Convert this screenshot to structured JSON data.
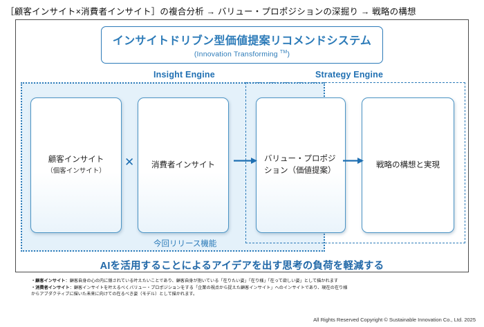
{
  "headline": "［顧客インサイト×消費者インサイト］の複合分析 → バリュー・プロポジションの深掘り → 戦略の構想",
  "title_box": {
    "main": "インサイトドリブン型価値提案リコメンドシステム",
    "sub_prefix": "(Innovation Transforming ",
    "sub_tm": "TM",
    "sub_suffix": ")"
  },
  "engines": {
    "insight_label": "Insight Engine",
    "strategy_label": "Strategy Engine"
  },
  "boxes": [
    {
      "id": "customer",
      "main": "顧客インサイト",
      "sub": "（個客インサイト）"
    },
    {
      "id": "consumer",
      "main": "消費者インサイト",
      "sub": ""
    },
    {
      "id": "value",
      "main": "バリュー・プロポジション（価値提案）",
      "sub": ""
    },
    {
      "id": "strategy",
      "main": "戦略の構想と実現",
      "sub": ""
    }
  ],
  "operator": "✕",
  "release_label": "今回リリース機能",
  "banner": "AIを活用することによるアイデアを出す思考の負荷を軽減する",
  "notes": [
    {
      "term": "・顧客インサイト",
      "sep": "：",
      "body": "顧客自身の心の内に隠されている叶えたいことであり、顧客自身が抱いている「在りたい姿」「在り様」「在って欲しい姿」として描かれます"
    },
    {
      "term": "・消費者インサイト",
      "sep": "：",
      "body": "顧客インサイトを叶えるべくバリュー・プロポジションをする「企業の視点から捉えた顧客インサイト」へのインサイトであり、現在の在り様",
      "body2": "からアブダクティブに描いた未来に向けての在るべき姿（モデル）として描かれます。"
    }
  ],
  "footer": "All Rights Reserved Copyright © Sustainable Innovation Co., Ltd. 2025",
  "colors": {
    "brand_blue": "#2b7ab8",
    "zone_fill": "#e4f1fa",
    "box_border": "#4a93c4"
  }
}
